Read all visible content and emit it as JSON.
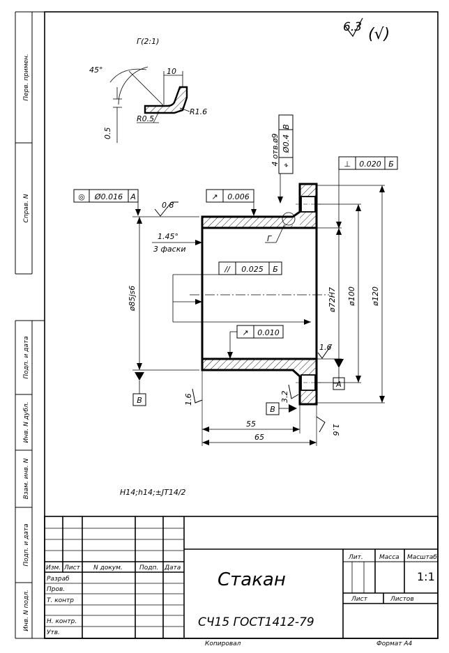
{
  "surface_finish": {
    "value": "6.3",
    "symbol": "(√)"
  },
  "detail": {
    "title": "Г(2:1)",
    "angle": "45°",
    "width": "10",
    "depth": "0.5",
    "radius_outer": "R1.6",
    "radius_inner": "R0.5"
  },
  "holes": {
    "label": "4 отв.ø9",
    "position_symbol": "⌖",
    "tolerance": "Ø0.4",
    "datum": "B"
  },
  "tolerances": {
    "coaxiality": {
      "symbol": "◎",
      "value": "Ø0.016",
      "datum": "A"
    },
    "runout_top": {
      "symbol": "↗",
      "value": "0.006"
    },
    "perpendicularity": {
      "symbol": "⊥",
      "value": "0.020",
      "datum": "Б"
    },
    "parallelism": {
      "symbol": "//",
      "value": "0.025",
      "datum": "Б"
    },
    "runout_inner": {
      "symbol": "↗",
      "value": "0.010"
    }
  },
  "dimensions": {
    "roughness_08": "0.8",
    "chamfer": "1.45°",
    "chamfer_note": "3 фаски",
    "section_mark": "Г",
    "dia_outer": "ø85js6",
    "dia_bore": "ø72H7",
    "dia_100": "ø100",
    "dia_120": "ø120",
    "roughness_16_a": "1.6",
    "roughness_16_b": "1.6",
    "roughness_16_c": "1.6",
    "roughness_32": "3.2",
    "len_55": "55",
    "len_65": "65",
    "datum_a": "A",
    "datum_b_left": "B",
    "datum_b_bottom": "B"
  },
  "general_tolerance_note": "H14;h14;±JT14/2",
  "side_labels": [
    "Перв. примен.",
    "Справ. N",
    "Подп. и дата",
    "Инв. N дубл.",
    "Взам. инв. N",
    "Подп. и дата",
    "Инв. N подл."
  ],
  "title_block": {
    "headers": [
      "Изм.",
      "Лист",
      "N докум.",
      "Подп.",
      "Дата"
    ],
    "roles": [
      "Разраб",
      "Пров.",
      "Т. контр",
      "",
      "Н. контр.",
      "Утв."
    ],
    "name": "Стакан",
    "material": "СЧ15  ГОСТ1412-79",
    "lit_label": "Лит.",
    "mass_label": "Масса",
    "scale_label": "Масштаб",
    "scale_value": "1:1",
    "sheet_label": "Лист",
    "sheets_label": "Листов"
  },
  "footer": {
    "copied": "Копировал",
    "format": "Формат  А4"
  }
}
